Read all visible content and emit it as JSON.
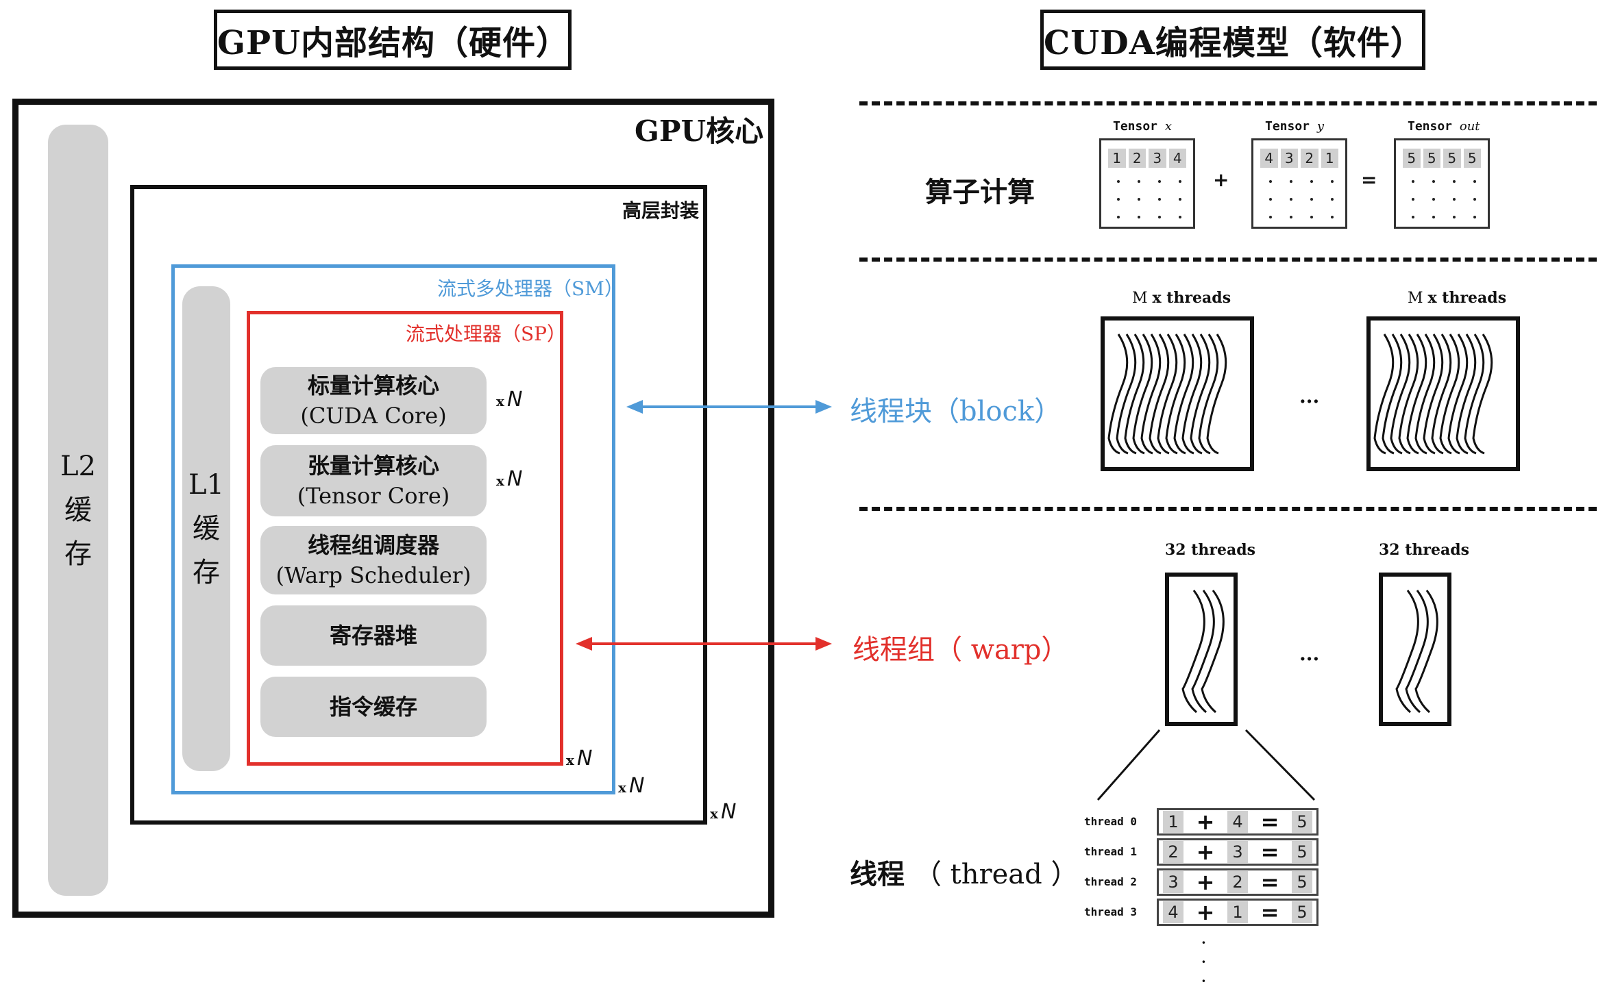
{
  "hardware": {
    "title": "GPU内部结构（硬件）",
    "gpu_core_label": "GPU核心",
    "l2_cache": [
      "L2",
      "缓",
      "存"
    ],
    "package_label": "高层封装",
    "sm_label": "流式多处理器（SM）",
    "l1_cache": [
      "L1",
      "缓",
      "存"
    ],
    "sp_label": "流式处理器（SP）",
    "units": [
      {
        "zh": "标量计算核心",
        "en": "(CUDA Core)",
        "multiplier": "N"
      },
      {
        "zh": "张量计算核心",
        "en": "(Tensor Core)",
        "multiplier": "N"
      },
      {
        "zh": "线程组调度器",
        "en": "(Warp Scheduler)"
      },
      {
        "zh": "寄存器堆"
      },
      {
        "zh": "指令缓存"
      }
    ],
    "multiplier_x": "x",
    "multiplier_n": "N",
    "colors": {
      "sm": "#4f9ad8",
      "sp": "#e2302b",
      "frame": "#111111",
      "cache": "#d2d2d2"
    }
  },
  "software": {
    "title": "CUDA编程模型（软件）",
    "operator": {
      "label": "算子计算",
      "plus": "+",
      "equals": "=",
      "tensors": [
        {
          "name": "Tensor",
          "var": "x",
          "values": [
            "1",
            "2",
            "3",
            "4"
          ]
        },
        {
          "name": "Tensor",
          "var": "y",
          "values": [
            "4",
            "3",
            "2",
            "1"
          ]
        },
        {
          "name": "Tensor",
          "var": "out",
          "values": [
            "5",
            "5",
            "5",
            "5"
          ]
        }
      ]
    },
    "block": {
      "label_zh": "线程块",
      "label_en": "（block）",
      "caption_m": "M",
      "caption_rest": "x threads",
      "ellipsis": "...",
      "color": "#4f9ad8"
    },
    "warp": {
      "label_zh": "线程组",
      "label_en": "（ warp）",
      "caption": "32 threads",
      "ellipsis": "...",
      "color": "#e2302b"
    },
    "thread": {
      "label_zh": "线程",
      "label_en": "（ thread ）",
      "plus": "+",
      "equals": "=",
      "rows": [
        {
          "name": "thread 0",
          "a": "1",
          "b": "4",
          "out": "5"
        },
        {
          "name": "thread 1",
          "a": "2",
          "b": "3",
          "out": "5"
        },
        {
          "name": "thread 2",
          "a": "3",
          "b": "2",
          "out": "5"
        },
        {
          "name": "thread 3",
          "a": "4",
          "b": "1",
          "out": "5"
        }
      ],
      "more": "·"
    }
  }
}
